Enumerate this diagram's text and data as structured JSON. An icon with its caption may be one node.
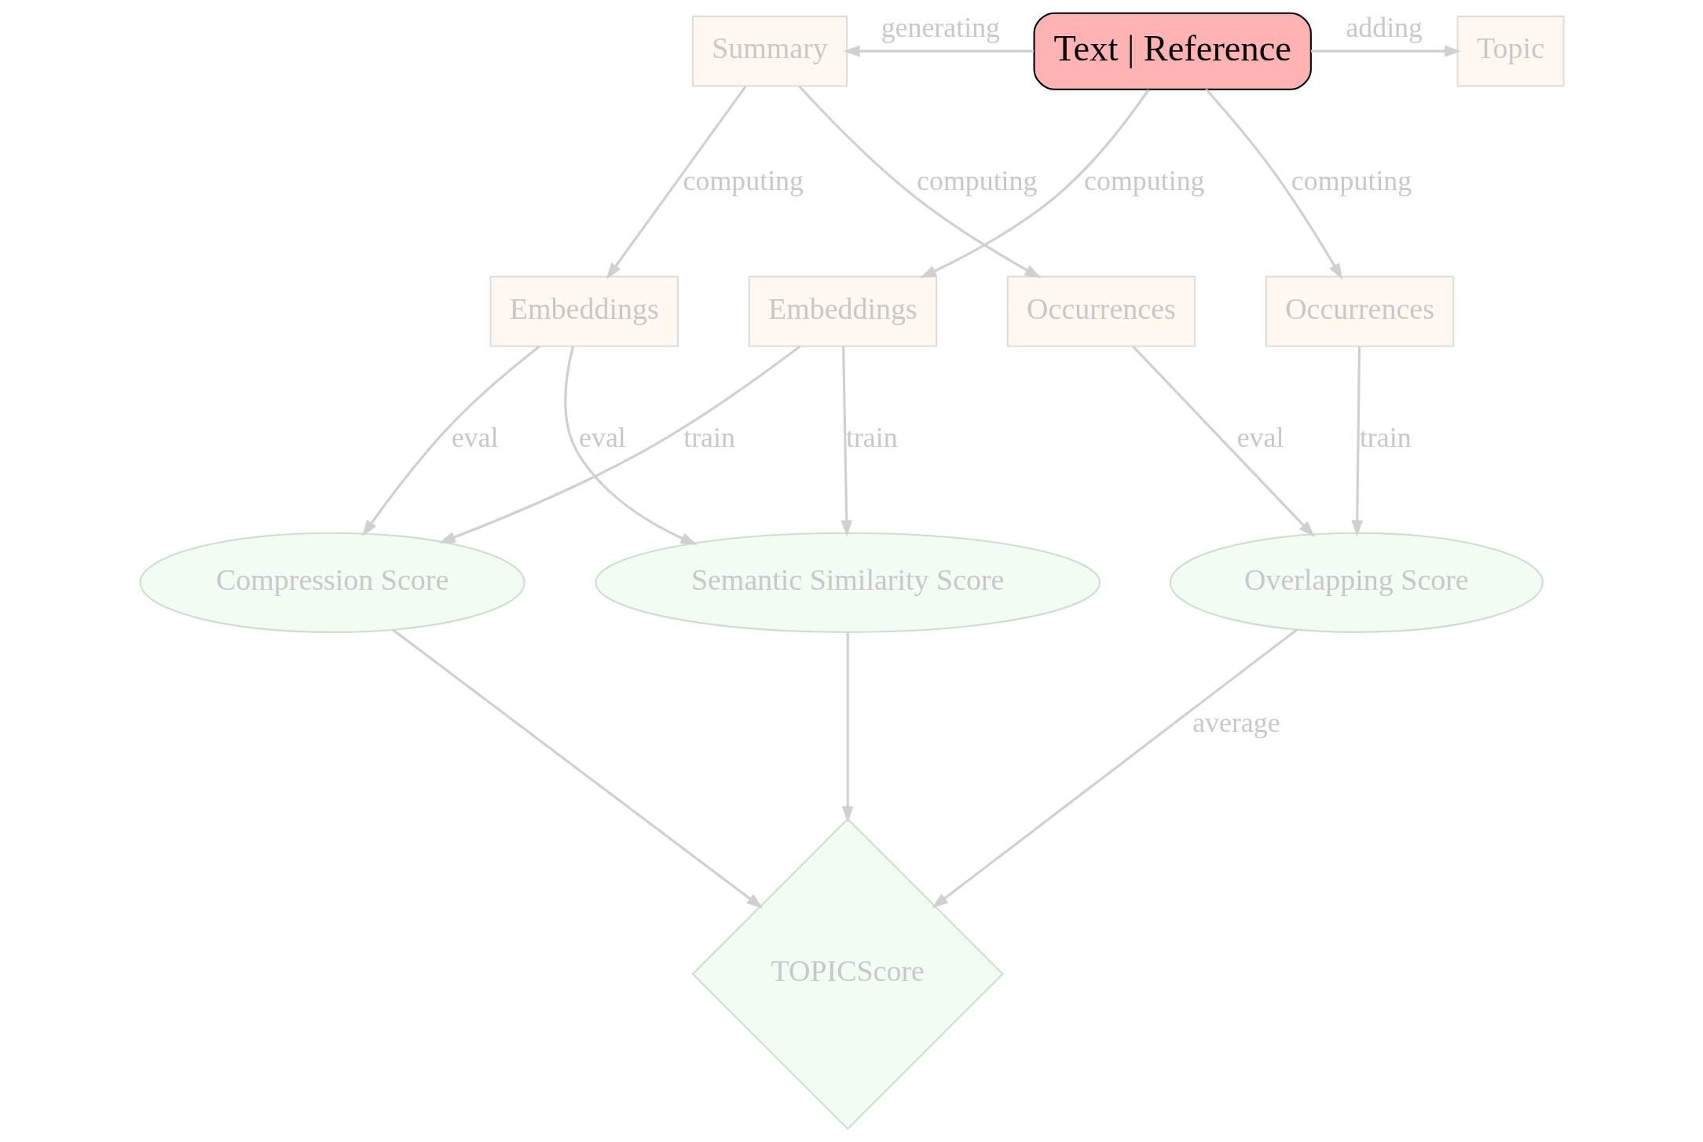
{
  "diagram": {
    "nodes": [
      {
        "text": [
          "Text | Reference"
        ]
      },
      {
        "text": [
          "Summary"
        ]
      },
      {
        "text": [
          "Topic"
        ]
      },
      {
        "text": [
          "Embeddings"
        ]
      },
      {
        "text": [
          "Occurrences"
        ]
      },
      {
        "text": [
          "Embeddings"
        ]
      },
      {
        "text": [
          "Occurrences"
        ]
      },
      {
        "text": [
          "Semantic Similarity Score"
        ]
      },
      {
        "text": [
          "Overlapping Score"
        ]
      },
      {
        "text": [
          "Compression Score"
        ]
      },
      {
        "text": [
          "TOPICScore"
        ]
      }
    ],
    "edges": [
      {
        "from": 0,
        "to": 1,
        "arrow": "to",
        "label": "generating"
      },
      {
        "from": 0,
        "to": 2,
        "arrow": "to",
        "label": "adding"
      },
      {
        "from": 1,
        "to": 3,
        "arrow": "to",
        "label": "computing"
      },
      {
        "from": 1,
        "to": 4,
        "arrow": "to",
        "label": "computing"
      },
      {
        "from": 0,
        "to": 5,
        "arrow": "to",
        "label": "computing"
      },
      {
        "from": 0,
        "to": 6,
        "arrow": "to",
        "label": "computing"
      },
      {
        "from": 3,
        "to": 7,
        "arrow": "to",
        "label": "eval"
      },
      {
        "from": 3,
        "to": 9,
        "arrow": "to",
        "label": "eval"
      },
      {
        "from": 4,
        "to": 8,
        "arrow": "to",
        "label": "eval"
      },
      {
        "from": 5,
        "to": 7,
        "arrow": "to",
        "label": "train"
      },
      {
        "from": 5,
        "to": 9,
        "arrow": "to",
        "label": "train"
      },
      {
        "from": 6,
        "to": 8,
        "arrow": "to",
        "label": "train"
      },
      {
        "from": 7,
        "to": 10,
        "arrow": "to"
      },
      {
        "from": 8,
        "to": 10,
        "arrow": "to",
        "label": "average"
      },
      {
        "from": 9,
        "to": 10,
        "arrow": "to"
      }
    ]
  }
}
